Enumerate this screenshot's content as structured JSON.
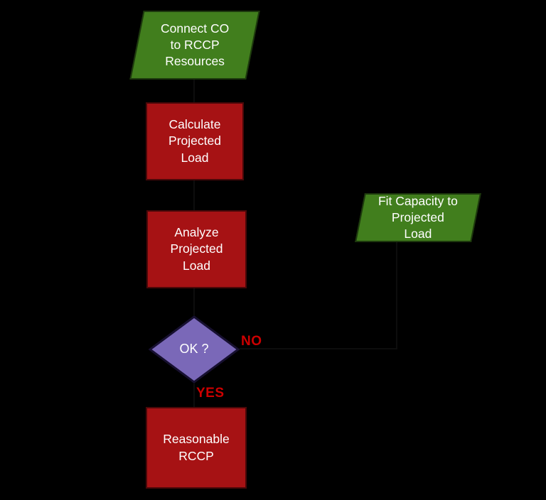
{
  "diagram": {
    "type": "flowchart",
    "background": "#000000"
  },
  "colors": {
    "background": "#000000",
    "process_fill": "#A61214",
    "io_fill": "#417E1D",
    "decision_fill": "#7A68B8",
    "edge_label_color": "#CC0000",
    "node_text_color": "#FFFFFF"
  },
  "nodes": {
    "connect_co": {
      "shape": "parallelogram",
      "label": "Connect CO\nto RCCP\nResources"
    },
    "calculate": {
      "shape": "rectangle",
      "label": "Calculate\nProjected\nLoad"
    },
    "analyze": {
      "shape": "rectangle",
      "label": "Analyze\nProjected\nLoad"
    },
    "decision": {
      "shape": "diamond",
      "label": "OK ?"
    },
    "fit_capacity": {
      "shape": "parallelogram",
      "label": "Fit Capacity to\nProjected\nLoad"
    },
    "reasonable": {
      "shape": "rectangle",
      "label": "Reasonable\nRCCP"
    }
  },
  "edge_labels": {
    "no": "NO",
    "yes": "YES"
  }
}
